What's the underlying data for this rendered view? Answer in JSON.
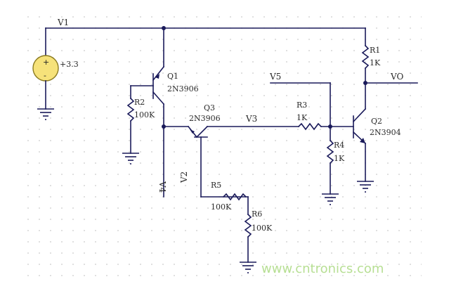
{
  "schematic": {
    "nets": {
      "v1": "V1",
      "v2": "V2",
      "v3": "V3",
      "v4": "V4",
      "v5": "V5",
      "vo": "VO"
    },
    "source": {
      "value": "+3.3",
      "plus_sign": "+",
      "minus_sign": "-",
      "color": "#f6e27a"
    },
    "transistors": [
      {
        "ref": "Q1",
        "part": "2N3906"
      },
      {
        "ref": "Q3",
        "part": "2N3906"
      },
      {
        "ref": "Q2",
        "part": "2N3904"
      }
    ],
    "resistors": [
      {
        "ref": "R1",
        "value": "1K"
      },
      {
        "ref": "R2",
        "value": "100K"
      },
      {
        "ref": "R3",
        "value": "1K"
      },
      {
        "ref": "R4",
        "value": "1K"
      },
      {
        "ref": "R5",
        "value": "100K"
      },
      {
        "ref": "R6",
        "value": "100K"
      }
    ]
  },
  "watermark": "www.cntronics.com",
  "colors": {
    "wire": "#1a1a5a",
    "grid_dot": "#c9c9c9"
  }
}
